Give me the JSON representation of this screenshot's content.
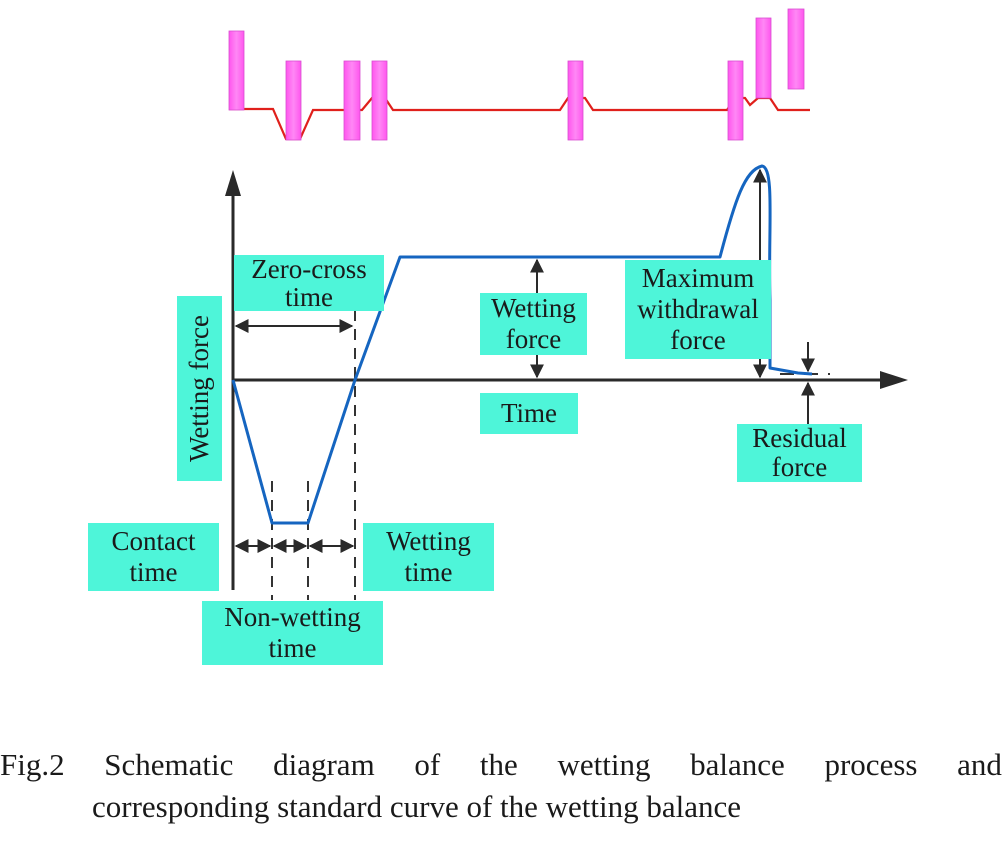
{
  "colors": {
    "curve": "#1565c0",
    "process_line": "#e0201c",
    "probe": "#ff66f2",
    "probe_edge": "#d84fd0",
    "label_bg": "#4ef5d9",
    "axis": "#2a2a2a"
  },
  "labels": {
    "y_axis": "Wetting force",
    "x_axis": "Time",
    "zero_cross": [
      "Zero-cross",
      "time"
    ],
    "wetting_force": [
      "Wetting",
      "force"
    ],
    "max_withdrawal": [
      "Maximum",
      "withdrawal",
      "force"
    ],
    "residual": [
      "Residual",
      "force"
    ],
    "contact_time": [
      "Contact",
      "time"
    ],
    "non_wetting_time": [
      "Non-wetting",
      "time"
    ],
    "wetting_time": [
      "Wetting",
      "time"
    ]
  },
  "caption": {
    "fig": "Fig.2",
    "line1_words": [
      "Schematic",
      "diagram",
      "of",
      "the",
      "wetting",
      "balance",
      "process",
      "and"
    ],
    "line2": "corresponding standard curve of the wetting balance"
  },
  "chart_data": {
    "type": "line",
    "title": "Schematic diagram of the wetting balance process and corresponding standard curve of the wetting balance",
    "xlabel": "Time",
    "ylabel": "Wetting force",
    "units": "arbitrary (schematic, no ticks)",
    "series": [
      {
        "name": "standard wetting balance curve",
        "points": [
          {
            "t": 0,
            "f": 0
          },
          {
            "t": 1,
            "f": -1.0
          },
          {
            "t": 2,
            "f": -1.0
          },
          {
            "t": 3.2,
            "f": 0
          },
          {
            "t": 4.0,
            "f": 0.9
          },
          {
            "t": 9.9,
            "f": 0.9
          },
          {
            "t": 11.0,
            "f": 1.6
          },
          {
            "t": 11.5,
            "f": 1.0
          },
          {
            "t": 11.5,
            "f": 0.15
          },
          {
            "t": 12.5,
            "f": 0.05
          }
        ]
      }
    ],
    "phases": [
      "Contact time",
      "Non-wetting time",
      "Wetting time",
      "Zero-cross time"
    ],
    "annotations": [
      "Wetting force",
      "Maximum withdrawal force",
      "Residual force"
    ],
    "process_strip": {
      "description": "Probe (pink bar) immersion sequence above the curve",
      "probe_count": 8
    }
  }
}
